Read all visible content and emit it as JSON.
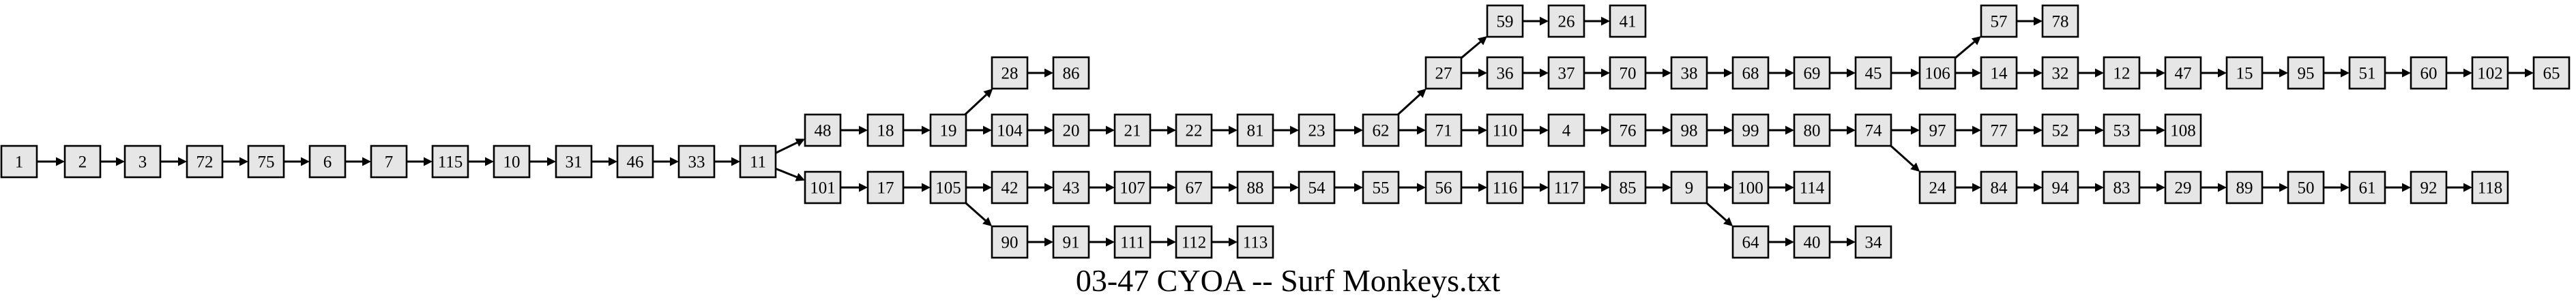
{
  "title": "03-47 CYOA -- Surf Monkeys.txt",
  "colors": {
    "node_fill": "#e6e6e6",
    "node_stroke": "#000000",
    "edge": "#000000",
    "background": "#ffffff"
  },
  "nodes": [
    "1",
    "2",
    "3",
    "72",
    "75",
    "6",
    "7",
    "115",
    "10",
    "31",
    "46",
    "33",
    "11",
    "48",
    "18",
    "19",
    "28",
    "86",
    "104",
    "20",
    "21",
    "22",
    "81",
    "23",
    "62",
    "27",
    "59",
    "26",
    "41",
    "36",
    "37",
    "70",
    "38",
    "68",
    "69",
    "45",
    "106",
    "57",
    "78",
    "14",
    "32",
    "12",
    "47",
    "15",
    "95",
    "51",
    "60",
    "102",
    "65",
    "71",
    "110",
    "4",
    "76",
    "98",
    "99",
    "80",
    "74",
    "97",
    "77",
    "52",
    "53",
    "108",
    "24",
    "84",
    "94",
    "83",
    "29",
    "89",
    "50",
    "61",
    "92",
    "118",
    "101",
    "17",
    "105",
    "42",
    "43",
    "107",
    "67",
    "88",
    "54",
    "55",
    "56",
    "116",
    "117",
    "85",
    "9",
    "100",
    "114",
    "64",
    "40",
    "34",
    "90",
    "91",
    "111",
    "112",
    "113"
  ],
  "edges": [
    [
      "1",
      "2"
    ],
    [
      "2",
      "3"
    ],
    [
      "3",
      "72"
    ],
    [
      "72",
      "75"
    ],
    [
      "75",
      "6"
    ],
    [
      "6",
      "7"
    ],
    [
      "7",
      "115"
    ],
    [
      "115",
      "10"
    ],
    [
      "10",
      "31"
    ],
    [
      "31",
      "46"
    ],
    [
      "46",
      "33"
    ],
    [
      "33",
      "11"
    ],
    [
      "11",
      "48"
    ],
    [
      "11",
      "101"
    ],
    [
      "48",
      "18"
    ],
    [
      "18",
      "19"
    ],
    [
      "19",
      "28"
    ],
    [
      "28",
      "86"
    ],
    [
      "19",
      "104"
    ],
    [
      "104",
      "20"
    ],
    [
      "20",
      "21"
    ],
    [
      "21",
      "22"
    ],
    [
      "22",
      "81"
    ],
    [
      "81",
      "23"
    ],
    [
      "23",
      "62"
    ],
    [
      "62",
      "27"
    ],
    [
      "27",
      "59"
    ],
    [
      "59",
      "26"
    ],
    [
      "26",
      "41"
    ],
    [
      "27",
      "36"
    ],
    [
      "36",
      "37"
    ],
    [
      "37",
      "70"
    ],
    [
      "70",
      "38"
    ],
    [
      "38",
      "68"
    ],
    [
      "68",
      "69"
    ],
    [
      "69",
      "45"
    ],
    [
      "45",
      "106"
    ],
    [
      "106",
      "57"
    ],
    [
      "57",
      "78"
    ],
    [
      "106",
      "14"
    ],
    [
      "14",
      "32"
    ],
    [
      "32",
      "12"
    ],
    [
      "12",
      "47"
    ],
    [
      "47",
      "15"
    ],
    [
      "15",
      "95"
    ],
    [
      "95",
      "51"
    ],
    [
      "51",
      "60"
    ],
    [
      "60",
      "102"
    ],
    [
      "102",
      "65"
    ],
    [
      "62",
      "71"
    ],
    [
      "71",
      "110"
    ],
    [
      "110",
      "4"
    ],
    [
      "4",
      "76"
    ],
    [
      "76",
      "98"
    ],
    [
      "98",
      "99"
    ],
    [
      "99",
      "80"
    ],
    [
      "80",
      "74"
    ],
    [
      "74",
      "97"
    ],
    [
      "97",
      "77"
    ],
    [
      "77",
      "52"
    ],
    [
      "52",
      "53"
    ],
    [
      "53",
      "108"
    ],
    [
      "74",
      "24"
    ],
    [
      "24",
      "84"
    ],
    [
      "84",
      "94"
    ],
    [
      "94",
      "83"
    ],
    [
      "83",
      "29"
    ],
    [
      "29",
      "89"
    ],
    [
      "89",
      "50"
    ],
    [
      "50",
      "61"
    ],
    [
      "61",
      "92"
    ],
    [
      "92",
      "118"
    ],
    [
      "101",
      "17"
    ],
    [
      "17",
      "105"
    ],
    [
      "105",
      "42"
    ],
    [
      "42",
      "43"
    ],
    [
      "43",
      "107"
    ],
    [
      "107",
      "67"
    ],
    [
      "67",
      "88"
    ],
    [
      "88",
      "54"
    ],
    [
      "54",
      "55"
    ],
    [
      "55",
      "56"
    ],
    [
      "56",
      "116"
    ],
    [
      "116",
      "117"
    ],
    [
      "117",
      "85"
    ],
    [
      "85",
      "9"
    ],
    [
      "9",
      "100"
    ],
    [
      "100",
      "114"
    ],
    [
      "9",
      "64"
    ],
    [
      "64",
      "40"
    ],
    [
      "40",
      "34"
    ],
    [
      "105",
      "90"
    ],
    [
      "90",
      "91"
    ],
    [
      "91",
      "111"
    ],
    [
      "111",
      "112"
    ],
    [
      "112",
      "113"
    ]
  ]
}
